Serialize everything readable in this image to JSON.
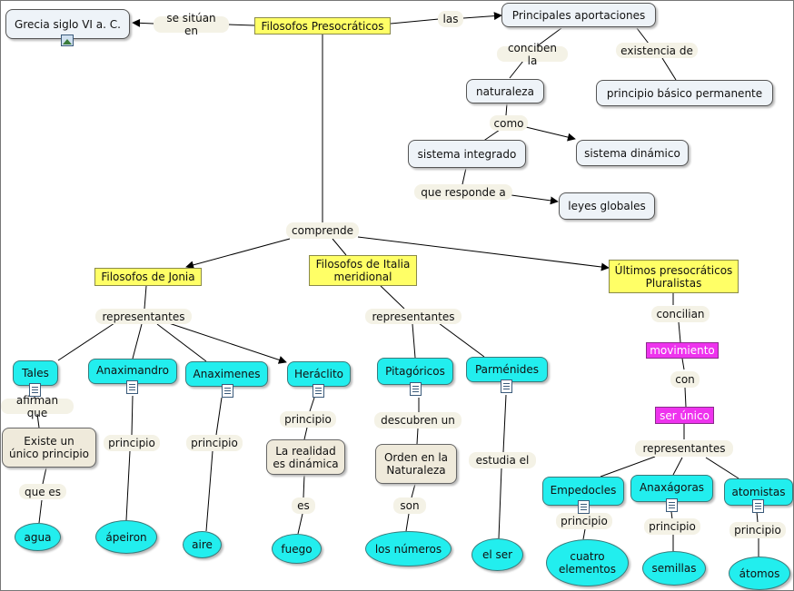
{
  "concepts": {
    "grecia": "Grecia siglo VI a. C.",
    "presocraticos": "Filosofos Presocráticos",
    "principales": "Principales aportaciones",
    "naturaleza": "naturaleza",
    "principio_basico": "principio básico permanente",
    "sistema_integrado": "sistema integrado",
    "sistema_dinamico": "sistema dinámico",
    "leyes_globales": "leyes globales",
    "jonia": "Filosofos de Jonia",
    "italia": "Filosofos de Italia\nmeridional",
    "ultimos": "Últimos presocráticos\nPluralistas",
    "tales": "Tales",
    "anaximandro": "Anaximandro",
    "anaximenes": "Anaximenes",
    "heraclito": "Heráclito",
    "pitagoricos": "Pitagóricos",
    "parmenides": "Parménides",
    "existe_unico": "Existe un\núnico principio",
    "realidad_dinamica": "La realidad\nes dinámica",
    "orden_naturaleza": "Orden en la\nNaturaleza",
    "agua": "agua",
    "aperion": "ápeiron",
    "aire": "aire",
    "fuego": "fuego",
    "los_numeros": "los números",
    "el_ser": "el ser",
    "movimiento": "movimiento",
    "ser_unico": "ser único",
    "empedocles": "Empedocles",
    "anaxagoras": "Anaxágoras",
    "atomistas": "atomistas",
    "cuatro_elementos": "cuatro\nelementos",
    "semillas": "semillas",
    "atomos": "átomos"
  },
  "links": {
    "se_situan_en": "se sitúan en",
    "las": "las",
    "conciben_la": "conciben la",
    "existencia_de": "existencia de",
    "como": "como",
    "que_responde_a": "que responde a",
    "comprende": "comprende",
    "representantes_jonia": "representantes",
    "representantes_italia": "representantes",
    "afirman_que": "afirman que",
    "que_es": "que es",
    "principio_anaximandro": "principio",
    "principio_anaximenes": "principio",
    "principio_heraclito": "principio",
    "es": "es",
    "descubren_un": "descubren un",
    "son": "son",
    "estudia_el": "estudia el",
    "concilian": "concilian",
    "con": "con",
    "representantes_ultimos": "representantes",
    "principio_empedocles": "principio",
    "principio_anaxagoras": "principio",
    "principio_atomistas": "principio"
  },
  "icons": {
    "grecia": "image-icon",
    "tales": "document-icon",
    "anaximandro": "document-icon",
    "anaximenes": "document-icon",
    "heraclito": "document-icon",
    "pitagoricos": "document-icon",
    "parmenides": "document-icon",
    "empedocles": "document-icon",
    "anaxagoras": "document-icon",
    "atomistas": "document-icon"
  },
  "colors": {
    "category": "#ffff66",
    "concept": "#eef3f8",
    "philosopher": "#22eeee",
    "idea": "#efeadb",
    "highlight": "#ee33ee",
    "linking_phrase": "#f4f2e6",
    "line": "#000000"
  }
}
